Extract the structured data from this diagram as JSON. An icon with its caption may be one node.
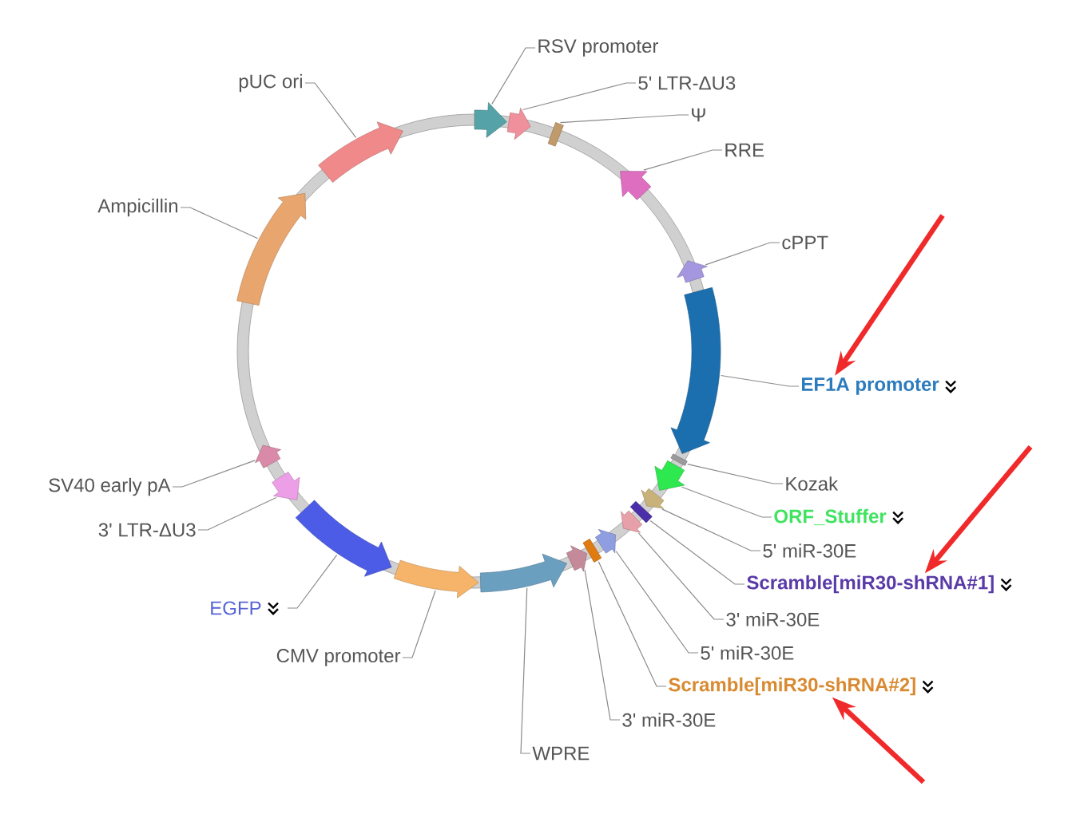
{
  "diagram": {
    "nodes": [
      {
        "text": [
          "RSV promoter"
        ]
      },
      {
        "text": [],
        "shape": "arrow"
      },
      {
        "text": [
          "5' LTR-ΔU3"
        ]
      },
      {
        "text": [],
        "shape": "arrow"
      },
      {
        "text": [
          "Ψ"
        ]
      },
      {
        "text": [],
        "shape": "bar"
      },
      {
        "text": [
          "RRE"
        ]
      },
      {
        "text": [],
        "shape": "arrow"
      },
      {
        "text": [
          "cPPT"
        ]
      },
      {
        "text": [],
        "shape": "arrow"
      },
      {
        "text": [
          "EF1A promoter"
        ]
      },
      {
        "text": [],
        "shape": "arrow"
      },
      {
        "text": [
          "Kozak"
        ]
      },
      {
        "text": [],
        "shape": "bar"
      },
      {
        "text": [
          "ORF_Stuffer"
        ]
      },
      {
        "text": [],
        "shape": "arrow"
      },
      {
        "text": [
          "5' miR-30E"
        ]
      },
      {
        "text": [],
        "shape": "arrow"
      },
      {
        "text": [
          "Scramble[miR30-shRNA#1]"
        ]
      },
      {
        "text": [],
        "shape": "bar"
      },
      {
        "text": [
          "3' miR-30E"
        ]
      },
      {
        "text": [],
        "shape": "arrow"
      },
      {
        "text": [
          "5' miR-30E"
        ]
      },
      {
        "text": [],
        "shape": "arrow"
      },
      {
        "text": [
          "Scramble[miR30-shRNA#2]"
        ]
      },
      {
        "text": [],
        "shape": "bar"
      },
      {
        "text": [
          "3' miR-30E"
        ]
      },
      {
        "text": [],
        "shape": "arrow"
      },
      {
        "text": [
          "WPRE"
        ]
      },
      {
        "text": [],
        "shape": "arrow"
      },
      {
        "text": [
          "CMV promoter"
        ]
      },
      {
        "text": [],
        "shape": "arrow"
      },
      {
        "text": [
          "EGFP"
        ]
      },
      {
        "text": [],
        "shape": "arrow"
      },
      {
        "text": [
          "3' LTR-ΔU3"
        ]
      },
      {
        "text": [],
        "shape": "arrow"
      },
      {
        "text": [
          "SV40 early pA"
        ]
      },
      {
        "text": [],
        "shape": "arrow"
      },
      {
        "text": [
          "Ampicillin"
        ]
      },
      {
        "text": [],
        "shape": "arrow"
      },
      {
        "text": [
          "pUC ori"
        ]
      },
      {
        "text": [],
        "shape": "arrow"
      }
    ],
    "edges": [
      {
        "from": 0,
        "to": 1,
        "arrow": "none"
      },
      {
        "from": 2,
        "to": 3,
        "arrow": "none"
      },
      {
        "from": 4,
        "to": 5,
        "arrow": "none"
      },
      {
        "from": 6,
        "to": 7,
        "arrow": "none"
      },
      {
        "from": 8,
        "to": 9,
        "arrow": "none"
      },
      {
        "from": 10,
        "to": 11,
        "arrow": "none"
      },
      {
        "from": 12,
        "to": 13,
        "arrow": "none"
      },
      {
        "from": 14,
        "to": 15,
        "arrow": "none"
      },
      {
        "from": 16,
        "to": 17,
        "arrow": "none"
      },
      {
        "from": 18,
        "to": 19,
        "arrow": "none"
      },
      {
        "from": 20,
        "to": 21,
        "arrow": "none"
      },
      {
        "from": 22,
        "to": 23,
        "arrow": "none"
      },
      {
        "from": 24,
        "to": 25,
        "arrow": "none"
      },
      {
        "from": 26,
        "to": 27,
        "arrow": "none"
      },
      {
        "from": 28,
        "to": 29,
        "arrow": "none"
      },
      {
        "from": 30,
        "to": 31,
        "arrow": "none"
      },
      {
        "from": 32,
        "to": 33,
        "arrow": "none"
      },
      {
        "from": 34,
        "to": 35,
        "arrow": "none"
      },
      {
        "from": 36,
        "to": 37,
        "arrow": "none"
      },
      {
        "from": 38,
        "to": 39,
        "arrow": "none"
      },
      {
        "from": 40,
        "to": 41,
        "arrow": "none"
      },
      {
        "from": null,
        "to": 10,
        "arrow": "to",
        "style": "thick",
        "color": "#f02a2a"
      },
      {
        "from": null,
        "to": 18,
        "arrow": "to",
        "style": "thick",
        "color": "#f02a2a"
      },
      {
        "from": null,
        "to": 24,
        "arrow": "to",
        "style": "thick",
        "color": "#f02a2a"
      }
    ]
  }
}
